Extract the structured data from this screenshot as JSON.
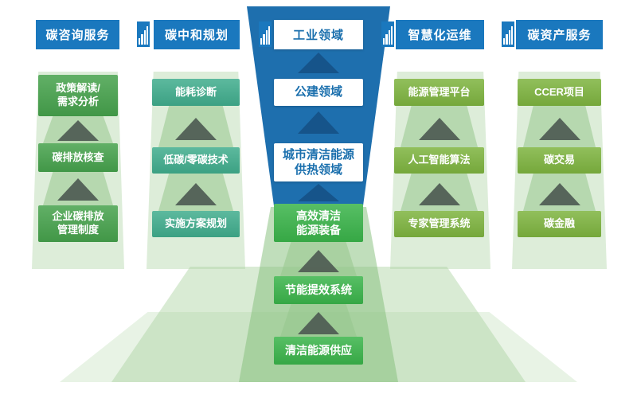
{
  "colors": {
    "header_blue": "#1a78be",
    "funnel_blue": "#1e6fae",
    "col1_green": "#46a24c",
    "col2_teal": "#40ad8d",
    "center_green": "#3ab44a",
    "col45_green": "#7eb43f",
    "white_box_text": "#1a6fad",
    "arrow_dark": "#4e5b53"
  },
  "icons": {
    "growth": "growth-bars"
  },
  "columns": [
    {
      "header": "碳咨询服务",
      "items": [
        "政策解读/\n需求分析",
        "碳排放核查",
        "企业碳排放\n管理制度"
      ]
    },
    {
      "header": "碳中和规划",
      "items": [
        "能耗诊断",
        "低碳/零碳技术",
        "实施方案规划"
      ]
    },
    {
      "header": "智慧化运维",
      "items": [
        "能源管理平台",
        "人工智能算法",
        "专家管理系统"
      ]
    },
    {
      "header": "碳资产服务",
      "items": [
        "CCER项目",
        "碳交易",
        "碳金融"
      ]
    }
  ],
  "center": {
    "header": "工业领域",
    "sectors": [
      "公建领域",
      "城市清洁能源\n供热领域"
    ],
    "solutions": [
      "高效清洁\n能源装备",
      "节能提效系统",
      "清洁能源供应"
    ]
  }
}
